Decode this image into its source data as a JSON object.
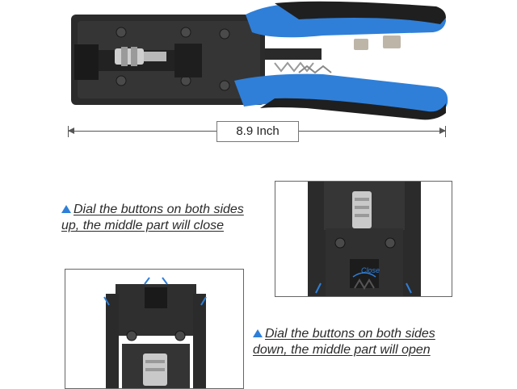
{
  "dimension": {
    "label": "8.9 Inch"
  },
  "instruction_close": {
    "line1": "Dial the buttons on both sides",
    "line2": "up, the middle part will close"
  },
  "instruction_open": {
    "line1": "Dial the buttons on both sides",
    "line2": "down, the middle part will open"
  },
  "close_panel": {
    "label": "Close"
  },
  "colors": {
    "handle_blue": "#2f7fd8",
    "tool_dark": "#2b2b2b",
    "accent_arrow": "#2f7fd8"
  }
}
